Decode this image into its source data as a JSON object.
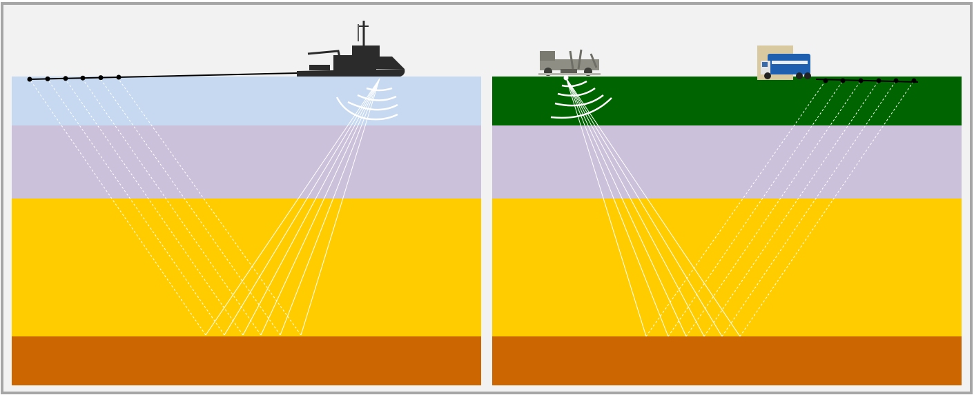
{
  "colors": {
    "background": "#f2f2f2",
    "frame_border": "#a6a6a6",
    "water": "#c6d9f0",
    "land_surface": "#006400",
    "layer_shallow": "#ccc1da",
    "layer_middle": "#ffcc00",
    "layer_deep": "#cc6600",
    "rays": "#ffffff",
    "equipment": "#2b2b2b",
    "truck_blue": "#1f5fb0"
  },
  "panels": {
    "marine": {
      "survey": "marine-seismic",
      "receivers": 6,
      "source": "air-gun-vessel"
    },
    "land": {
      "survey": "land-seismic",
      "receivers": 6,
      "source": "vibroseis-truck",
      "recorder": "recording-truck"
    }
  }
}
